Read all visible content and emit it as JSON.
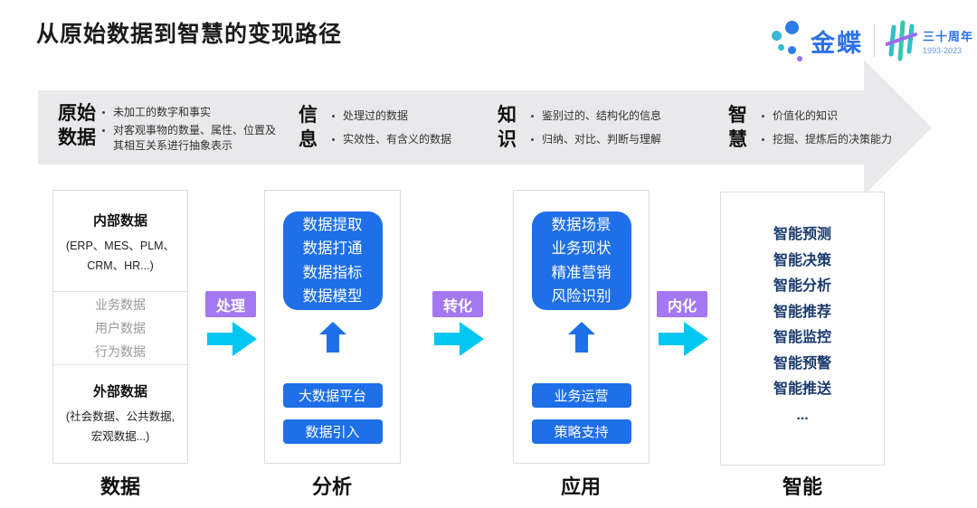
{
  "title": "从原始数据到智慧的变现路径",
  "logo": {
    "brand": "金蝶",
    "anniversary": "三十周年",
    "years": "1993-2023"
  },
  "banner": {
    "stages": [
      {
        "name_lines": [
          "原始",
          "数据"
        ],
        "points": [
          "未加工的数字和事实",
          "对客观事物的数量、属性、位置及其相互关系进行抽象表示"
        ]
      },
      {
        "name_lines": [
          "信",
          "息"
        ],
        "points": [
          "处理过的数据",
          "实效性、有含义的数据"
        ]
      },
      {
        "name_lines": [
          "知",
          "识"
        ],
        "points": [
          "鉴别过的、结构化的信息",
          "归纳、对比、判断与理解"
        ]
      },
      {
        "name_lines": [
          "智",
          "慧"
        ],
        "points": [
          "价值化的知识",
          "挖掘、提炼后的决策能力"
        ]
      }
    ]
  },
  "flow_labels": [
    "处理",
    "转化",
    "内化"
  ],
  "columns": [
    {
      "label": "数据",
      "sections": [
        {
          "title": "内部数据",
          "lines": [
            "(ERP、MES、PLM、",
            "CRM、HR...)"
          ]
        },
        {
          "items": [
            "业务数据",
            "用户数据",
            "行为数据"
          ]
        },
        {
          "title": "外部数据",
          "lines": [
            "(社会数据、公共数据,",
            "宏观数据...)"
          ]
        }
      ]
    },
    {
      "label": "分析",
      "main_box_lines": [
        "数据提取",
        "数据打通",
        "数据指标",
        "数据模型"
      ],
      "buttons": [
        "大数据平台",
        "数据引入"
      ]
    },
    {
      "label": "应用",
      "main_box_lines": [
        "数据场景",
        "业务现状",
        "精准营销",
        "风险识别"
      ],
      "buttons": [
        "业务运营",
        "策略支持"
      ]
    },
    {
      "label": "智能",
      "items": [
        "智能预测",
        "智能决策",
        "智能分析",
        "智能推荐",
        "智能监控",
        "智能预警",
        "智能推送",
        "..."
      ]
    }
  ],
  "colors": {
    "accent_blue": "#1E6FE8",
    "cyan_arrow": "#00C6F2",
    "purple_label": "#A478F2",
    "navy_text": "#1A3A6E",
    "banner_gray": "#E9E9EB",
    "box_border": "#DCDCDC",
    "muted_gray_text": "#999999",
    "logo_blue": "#2B72E8",
    "logo_teal": "#2EC0C8",
    "logo_purple": "#9A6CF0"
  }
}
